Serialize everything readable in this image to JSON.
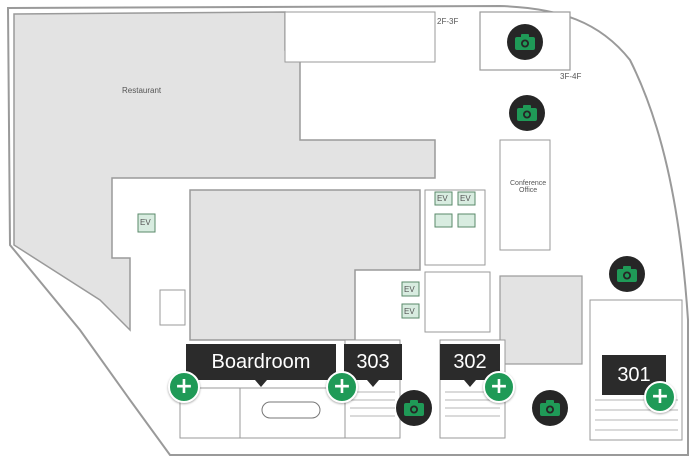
{
  "map_labels": {
    "restaurant": "Restaurant",
    "stairs_2f_3f": "2F-3F",
    "stairs_3f_4f": "3F-4F",
    "conference_office": "Conference\nOffice"
  },
  "elevator_label": "EV",
  "rooms": [
    {
      "key": "boardroom",
      "label": "Boardroom"
    },
    {
      "key": "303",
      "label": "303"
    },
    {
      "key": "302",
      "label": "302"
    },
    {
      "key": "301",
      "label": "301"
    }
  ],
  "plus_symbol": "+",
  "icons": {
    "camera": "camera-icon",
    "plus": "plus-icon",
    "elevator": "elevator-icon",
    "escalator": "escalator-icon",
    "restroom": "restroom-icon",
    "exit": "emergency-exit-icon"
  },
  "colors": {
    "floor_gray": "#e3e3e3",
    "wall": "#9a9a9a",
    "accent_green": "#1f9a57",
    "marker_dark": "#262626",
    "label_bg": "#2b2b2b"
  }
}
